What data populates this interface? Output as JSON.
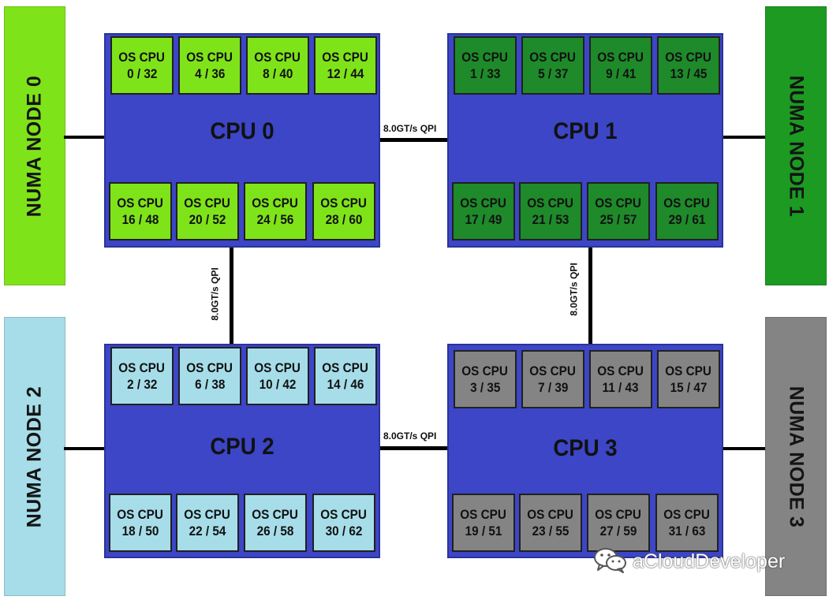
{
  "colors": {
    "node0": "#7fe31a",
    "node1": "#1c9a22",
    "node2": "#a6dde9",
    "node3": "#848484",
    "cpu_fill": "#3c46c6",
    "core0": "#7fe31a",
    "core1": "#1e8a2a",
    "core2": "#a6dde9",
    "core3": "#848484"
  },
  "nodes": [
    {
      "label": "NUMA NODE 0"
    },
    {
      "label": "NUMA NODE 1"
    },
    {
      "label": "NUMA NODE 2"
    },
    {
      "label": "NUMA NODE 3"
    }
  ],
  "cpus": [
    {
      "label": "CPU 0",
      "cores": [
        {
          "line1": "OS CPU",
          "line2": "0 / 32"
        },
        {
          "line1": "OS CPU",
          "line2": "4 / 36"
        },
        {
          "line1": "OS CPU",
          "line2": "8 / 40"
        },
        {
          "line1": "OS CPU",
          "line2": "12 / 44"
        },
        {
          "line1": "OS CPU",
          "line2": "16 / 48"
        },
        {
          "line1": "OS CPU",
          "line2": "20 / 52"
        },
        {
          "line1": "OS CPU",
          "line2": "24 / 56"
        },
        {
          "line1": "OS CPU",
          "line2": "28 / 60"
        }
      ]
    },
    {
      "label": "CPU 1",
      "cores": [
        {
          "line1": "OS CPU",
          "line2": "1 / 33"
        },
        {
          "line1": "OS CPU",
          "line2": "5 / 37"
        },
        {
          "line1": "OS CPU",
          "line2": "9 / 41"
        },
        {
          "line1": "OS CPU",
          "line2": "13 / 45"
        },
        {
          "line1": "OS CPU",
          "line2": "17 / 49"
        },
        {
          "line1": "OS CPU",
          "line2": "21 / 53"
        },
        {
          "line1": "OS CPU",
          "line2": "25 / 57"
        },
        {
          "line1": "OS CPU",
          "line2": "29 / 61"
        }
      ]
    },
    {
      "label": "CPU 2",
      "cores": [
        {
          "line1": "OS CPU",
          "line2": "2 / 32"
        },
        {
          "line1": "OS CPU",
          "line2": "6 / 38"
        },
        {
          "line1": "OS CPU",
          "line2": "10 / 42"
        },
        {
          "line1": "OS CPU",
          "line2": "14 / 46"
        },
        {
          "line1": "OS CPU",
          "line2": "18 / 50"
        },
        {
          "line1": "OS CPU",
          "line2": "22 / 54"
        },
        {
          "line1": "OS CPU",
          "line2": "26 / 58"
        },
        {
          "line1": "OS CPU",
          "line2": "30 / 62"
        }
      ]
    },
    {
      "label": "CPU 3",
      "cores": [
        {
          "line1": "OS CPU",
          "line2": "3 / 35"
        },
        {
          "line1": "OS CPU",
          "line2": "7 / 39"
        },
        {
          "line1": "OS CPU",
          "line2": "11 / 43"
        },
        {
          "line1": "OS CPU",
          "line2": "15 / 47"
        },
        {
          "line1": "OS CPU",
          "line2": "19 / 51"
        },
        {
          "line1": "OS CPU",
          "line2": "23 / 55"
        },
        {
          "line1": "OS CPU",
          "line2": "27 / 59"
        },
        {
          "line1": "OS CPU",
          "line2": "31 / 63"
        }
      ]
    }
  ],
  "links": {
    "cpu0_cpu1": "8.0GT/s QPI",
    "cpu0_cpu2": "8.0GT/s QPI",
    "cpu1_cpu3": "8.0GT/s QPI",
    "cpu2_cpu3": "8.0GT/s QPI"
  },
  "watermark": {
    "text": "aCloudDeveloper",
    "icon": "wechat-icon"
  }
}
